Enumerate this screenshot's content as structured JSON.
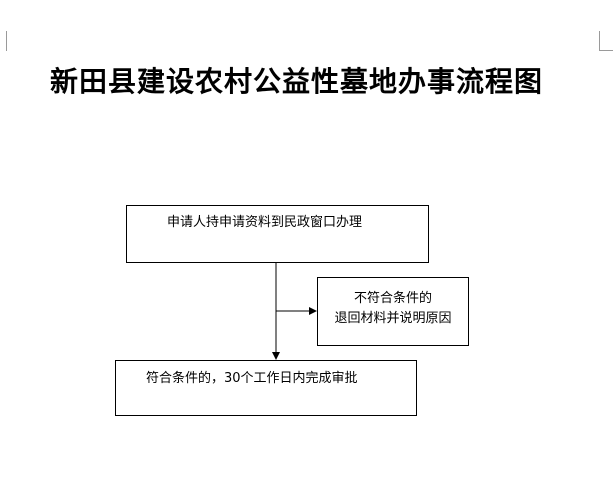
{
  "title": "新田县建设农村公益性墓地办事流程图",
  "nodes": {
    "apply": "申请人持申请资料到民政窗口办理",
    "reject_line1": "不符合条件的",
    "reject_line2": "退回材料并说明原因",
    "approve": "符合条件的，30个工作日内完成审批"
  },
  "colors": {
    "stroke": "#000000",
    "corner_marks": "#9a9a9a"
  }
}
